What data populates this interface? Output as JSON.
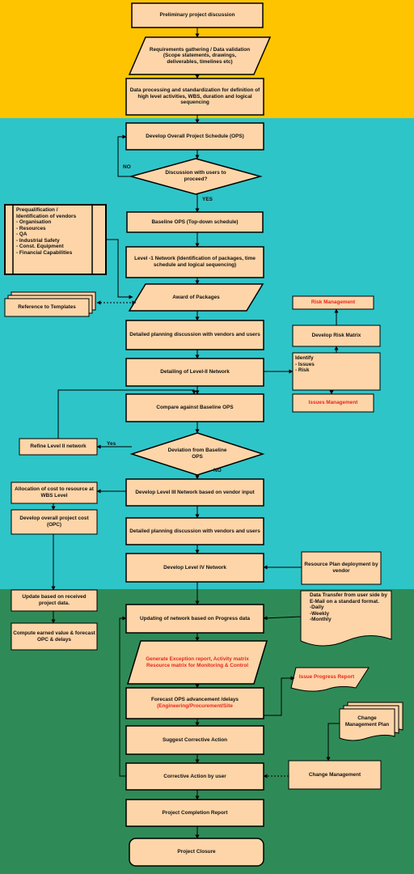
{
  "colors": {
    "band_yellow": "#fec400",
    "band_cyan": "#2ec5c8",
    "band_green": "#2e8b57",
    "shape_fill": "#fdd5a8",
    "border": "#000000",
    "highlight_text": "#e8251e"
  },
  "nodes": {
    "preliminary": "Preliminary project discussion",
    "requirements": "Requirements gathering / Data validation (Scope statements, drawings, deliverables, timelines etc)",
    "data_processing": "Data processing and standardization for definition of high level activities, WBS, duration and logical sequencing",
    "develop_ops": "Develop Overall Project Schedule (OPS)",
    "discussion_users": "Discussion with users to proceed?",
    "baseline_ops": "Baseline OPS (Top-down schedule)",
    "level1": "Level -1 Network (Identification of packages, time schedule and logical sequencing)",
    "prequal": "Prequalification / Identification of vendors\n- Organisation\n- Resources\n- QA\n- Industrial Safety\n- Const. Equipment\n- Financial Capabilities",
    "templates": "Reference to Templates",
    "award": "Award of Packages",
    "risk_mgmt": "Risk Management",
    "risk_matrix": "Develop Risk Matrix",
    "detailed_planning_1": "Detailed planning discussion with vendors and users",
    "identify": "Identify\n- Issues\n- Risk",
    "level2": "Detailing of Level-II Network",
    "issues_mgmt": "Issues Management",
    "compare": "Compare against Baseline OPS",
    "refine": "Refine Level II network",
    "deviation": "Deviation from Baseline OPS",
    "allocation": "Allocation of cost to resource at WBS Level",
    "level3": "Develop Level III Network based on vendor input",
    "opc": "Develop overall project cost (OPC)",
    "detailed_planning_2": "Detailed planning discussion with vendors and users",
    "level4": "Develop Level IV Network",
    "resource_plan": "Resource Plan deployment by vendor",
    "update_data": "Update based on received project data.",
    "updating_network": "Updating of network based on Progress data",
    "data_transfer": "Data Transfer from user side by E-Mail on a standard format.\n-Daily\n-Weekly\n-Monthly",
    "earned_value": "Compute earned value & forecast OPC & delays",
    "generate": "Generate Exception report, Activity matrix Resource matrix for Monitoring & Control",
    "issue_progress": "Issue Progress Report",
    "forecast_line1": "Forecast OPS advancement /delays",
    "forecast_line2": "(Engineering/Procurement/Site",
    "change_plan": "Change Management Plan",
    "corrective": "Suggest Corrective Action",
    "change_mgmt": "Change Management",
    "corrective_user": "Corrective Action by user",
    "completion": "Project Completion Report",
    "closure": "Project Closure"
  },
  "edges": {
    "no_1": "NO",
    "yes_1": "YES",
    "yes_2": "Yes",
    "no_2": "NO"
  }
}
